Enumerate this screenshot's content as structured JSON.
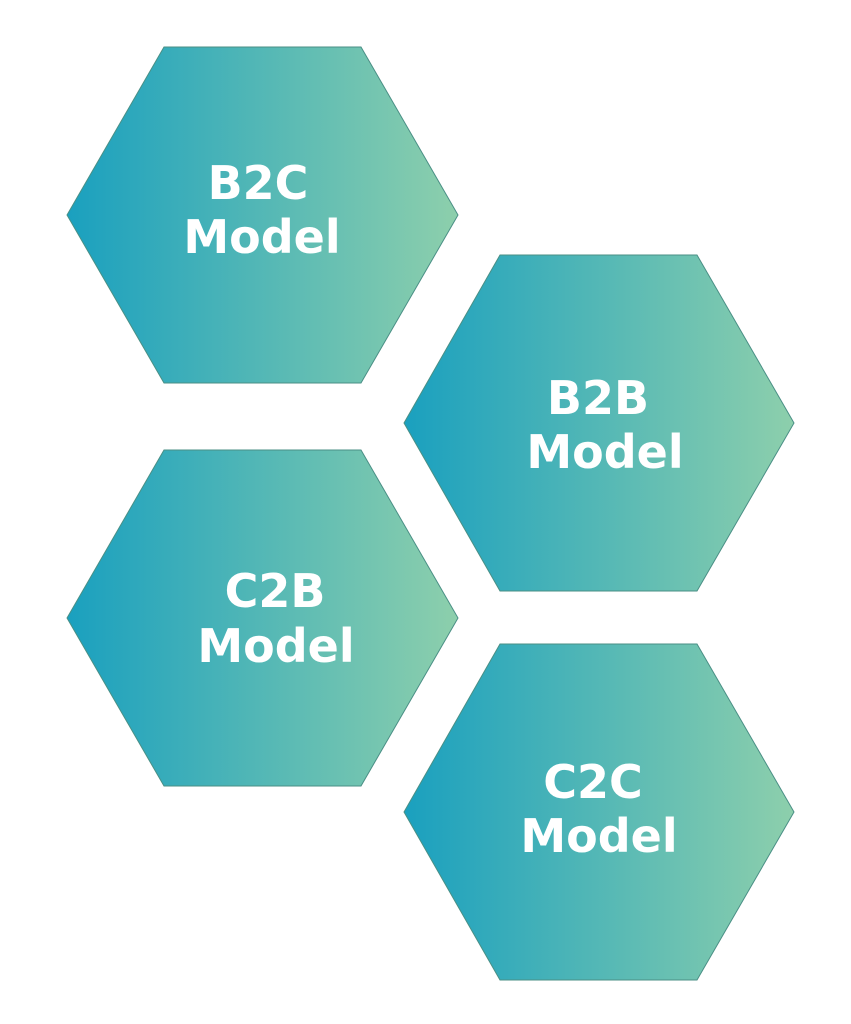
{
  "background_color": "#ffffff",
  "gradient": {
    "start_color": "#1aa0bf",
    "end_color": "#8dcfac",
    "outline_color": "#4a8f85"
  },
  "hexagons": [
    {
      "id": "b2c",
      "line1": "B2C",
      "line2": "Model"
    },
    {
      "id": "b2b",
      "line1": "B2B",
      "line2": "Model"
    },
    {
      "id": "c2b",
      "line1": "C2B",
      "line2": "Model"
    },
    {
      "id": "c2c",
      "line1": "C2C",
      "line2": "Model"
    }
  ]
}
